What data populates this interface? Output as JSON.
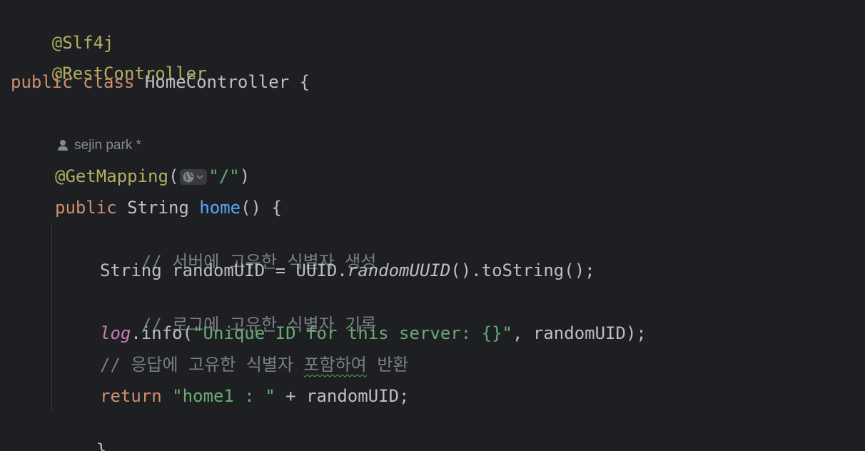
{
  "code": {
    "slf4j_annotation": "@Slf4j",
    "rest_controller_annotation": "@RestController",
    "class_decl": {
      "kw_public": "public",
      "kw_class": "class",
      "class_name": "HomeController",
      "open_brace": "{"
    },
    "author_hint": "sejin park *",
    "getmapping": {
      "annotation": "@GetMapping",
      "open_paren": "(",
      "path": "\"/\"",
      "close_paren": ")"
    },
    "method_decl": {
      "kw_public": "public",
      "return_type": "String",
      "method_name": "home",
      "params": "() {"
    },
    "comment_1": "// 서버에 고유한 식별자 생성",
    "uuid_line": {
      "type": "String",
      "assign": " randomUID = UUID.",
      "static_call": "randomUUID",
      "rest": "().toString();"
    },
    "comment_2": "// 로그에 고유한 식별자 기록",
    "log_line": {
      "log": "log",
      "call": ".info(",
      "message": "\"Unique ID for this server: {}\"",
      "args": ", randomUID);"
    },
    "comment_3": {
      "prefix": "// 응답에 고유한 식별자 ",
      "underlined_word": "포함하여",
      "suffix": " 반환"
    },
    "return_line": {
      "kw_return": "return",
      "string": "\"home1 : \"",
      "rest": " + randomUID;"
    },
    "method_close": "}"
  },
  "icons": {
    "author": "user-icon",
    "inlay": "globe-icon",
    "inlay_chevron": "chevron-down-icon"
  },
  "colors": {
    "background": "#1e1f22",
    "keyword": "#cf8e6d",
    "annotation": "#b3ae60",
    "method_name": "#56a8f5",
    "string": "#6aab73",
    "comment": "#7a7e85",
    "static_field": "#c77dbb"
  }
}
